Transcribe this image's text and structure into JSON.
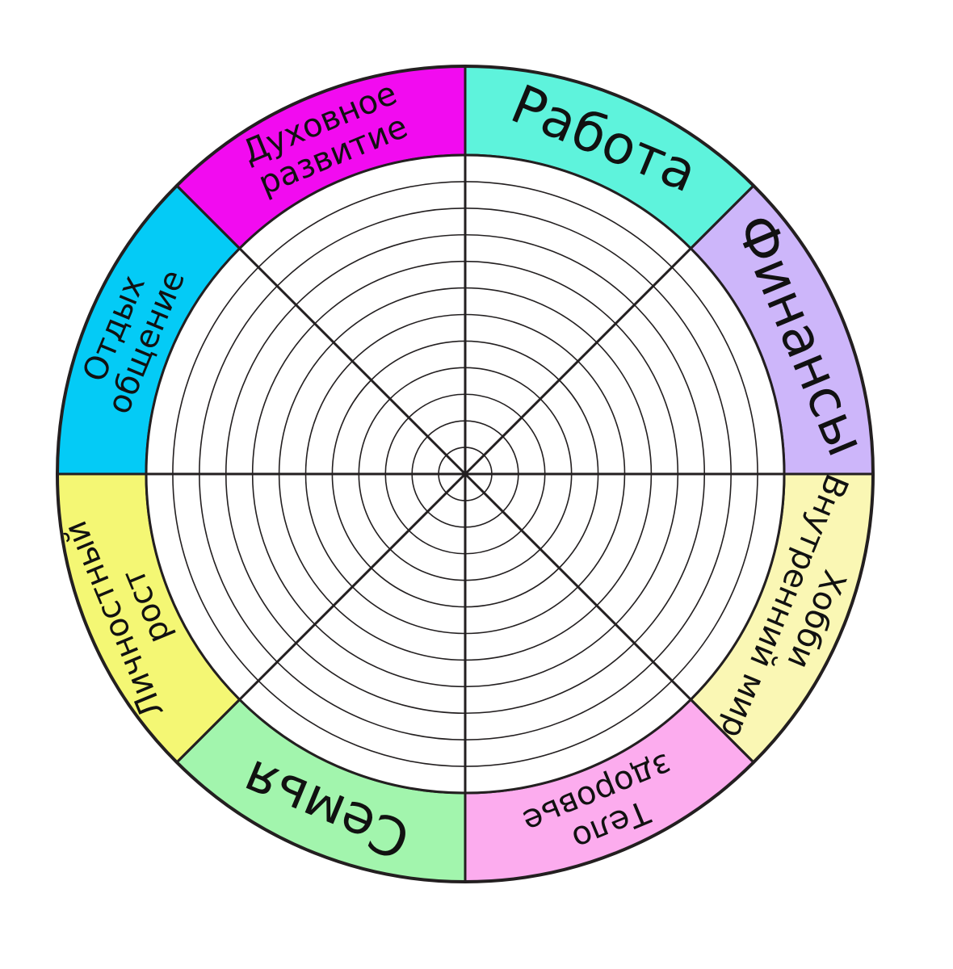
{
  "wheel": {
    "rings": 12,
    "segments": [
      {
        "id": "rabota",
        "lines": [
          "Работа"
        ],
        "color": "#5ef3dc",
        "size": "large"
      },
      {
        "id": "finansy",
        "lines": [
          "Финансы"
        ],
        "color": "#cdb6fa",
        "size": "large"
      },
      {
        "id": "hobbi",
        "lines": [
          "Хобби",
          "Внутренний мир"
        ],
        "color": "#faf7b4",
        "size": "small"
      },
      {
        "id": "telo",
        "lines": [
          "Тело",
          "здоровье"
        ],
        "color": "#fcacee",
        "size": "small"
      },
      {
        "id": "semya",
        "lines": [
          "Семья"
        ],
        "color": "#a2f5ad",
        "size": "large"
      },
      {
        "id": "rost",
        "lines": [
          "Личностный",
          "рост"
        ],
        "color": "#f4f774",
        "size": "small"
      },
      {
        "id": "otdyh",
        "lines": [
          "Отдых",
          "общение"
        ],
        "color": "#04cbf6",
        "size": "small"
      },
      {
        "id": "duhovnoe",
        "lines": [
          "Духовное",
          "развитие"
        ],
        "color": "#f20bf0",
        "size": "small"
      }
    ]
  }
}
